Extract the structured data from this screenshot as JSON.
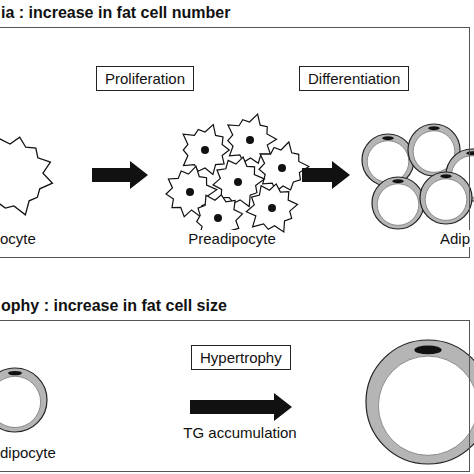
{
  "diagram": {
    "nodes": [
      {
        "text": [
          "ia : increase in fat cell number"
        ]
      },
      {
        "text": [
          "Proliferation"
        ],
        "in": 0
      },
      {
        "text": [
          "Differentiation"
        ],
        "in": 0
      },
      {
        "text": [
          "ophy : increase in fat cell size"
        ]
      },
      {
        "text": [
          "Hypertrophy"
        ],
        "in": 3
      }
    ],
    "labels": [
      "ocyte",
      "Preadipocyte",
      "Adip",
      "dipocyte",
      "TG accumulation"
    ]
  }
}
